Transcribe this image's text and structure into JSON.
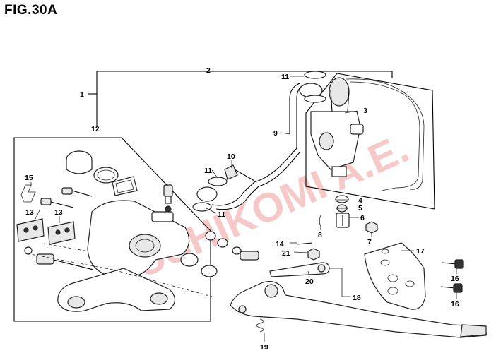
{
  "figure": {
    "title": "FIG.30A"
  },
  "watermark": {
    "text": "FUSHIKOMI A.E.",
    "color": "#e23a3a"
  },
  "callouts": {
    "c1": "1",
    "c2": "2",
    "c3": "3",
    "c4": "4",
    "c5": "5",
    "c6": "6",
    "c7": "7",
    "c8": "8",
    "c9": "9",
    "c10": "10",
    "c11a": "11",
    "c11b": "11",
    "c11c": "11",
    "c12": "12",
    "c13a": "13",
    "c13b": "13",
    "c14": "14",
    "c15": "15",
    "c16a": "16",
    "c16b": "16",
    "c17": "17",
    "c18": "18",
    "c19": "19",
    "c20": "20",
    "c21": "21"
  }
}
